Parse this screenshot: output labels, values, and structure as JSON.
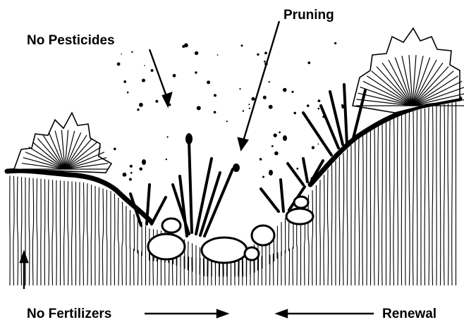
{
  "labels": {
    "pesticides": "No Pesticides",
    "pruning": "Pruning",
    "fertilizers": "No Fertilizers",
    "renewal": "Renewal"
  },
  "colors": {
    "ink": "#000000",
    "background": "#ffffff"
  }
}
